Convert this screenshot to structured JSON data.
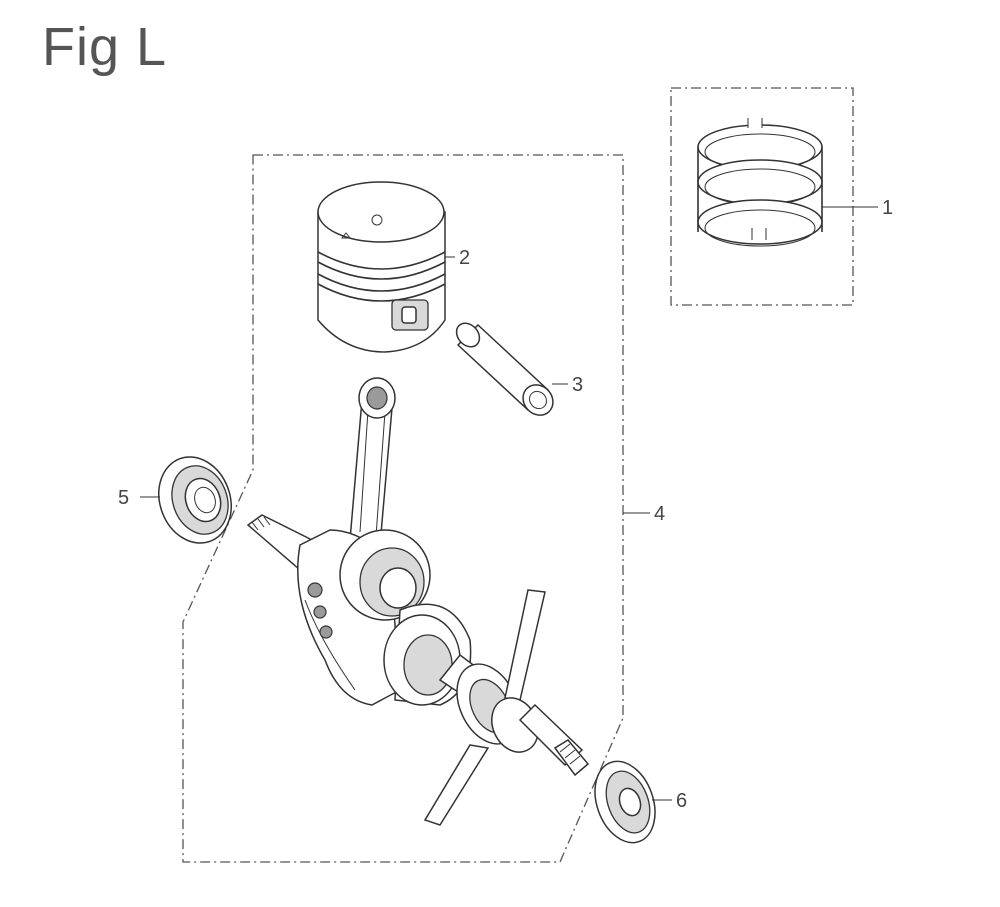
{
  "figure": {
    "title": "Fig L"
  },
  "callouts": [
    {
      "id": "1",
      "label": "1"
    },
    {
      "id": "2",
      "label": "2"
    },
    {
      "id": "3",
      "label": "3"
    },
    {
      "id": "4",
      "label": "4"
    },
    {
      "id": "5",
      "label": "5"
    },
    {
      "id": "6",
      "label": "6"
    }
  ],
  "parts": [
    {
      "callout": "1",
      "icon": "piston-ring-set-icon"
    },
    {
      "callout": "2",
      "icon": "piston-icon"
    },
    {
      "callout": "3",
      "icon": "piston-pin-icon"
    },
    {
      "callout": "4",
      "icon": "crankshaft-assembly-icon"
    },
    {
      "callout": "5",
      "icon": "bearing-seal-icon"
    },
    {
      "callout": "6",
      "icon": "oil-seal-icon"
    }
  ]
}
